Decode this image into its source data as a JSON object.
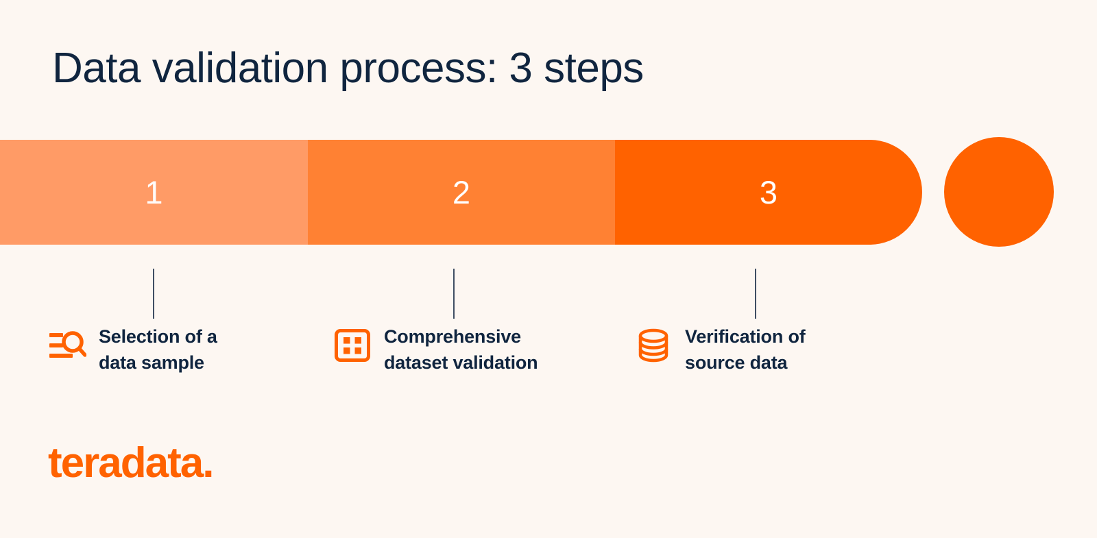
{
  "theme": {
    "background": "#FDF7F2",
    "title_color": "#10253F",
    "accent_orange": "#FF6200",
    "segment_colors": [
      "#FF9B66",
      "#FF8133",
      "#FF6200"
    ],
    "connector_color": "#3F4E63",
    "number_color": "#FFFFFF"
  },
  "header": {
    "title": "Data validation process: 3 steps"
  },
  "progress_bar": {
    "segments": [
      {
        "number": "1",
        "color": "#FF9B66"
      },
      {
        "number": "2",
        "color": "#FF8133"
      },
      {
        "number": "3",
        "color": "#FF6200"
      }
    ],
    "end_marker": "circle-dot"
  },
  "steps": [
    {
      "number": "1",
      "icon": "list-search-icon",
      "label": "Selection of a\ndata sample"
    },
    {
      "number": "2",
      "icon": "grid-dataset-icon",
      "label": "Comprehensive\ndataset validation"
    },
    {
      "number": "3",
      "icon": "database-icon",
      "label": "Verification of\nsource data"
    }
  ],
  "footer": {
    "logo_text": "teradata."
  }
}
